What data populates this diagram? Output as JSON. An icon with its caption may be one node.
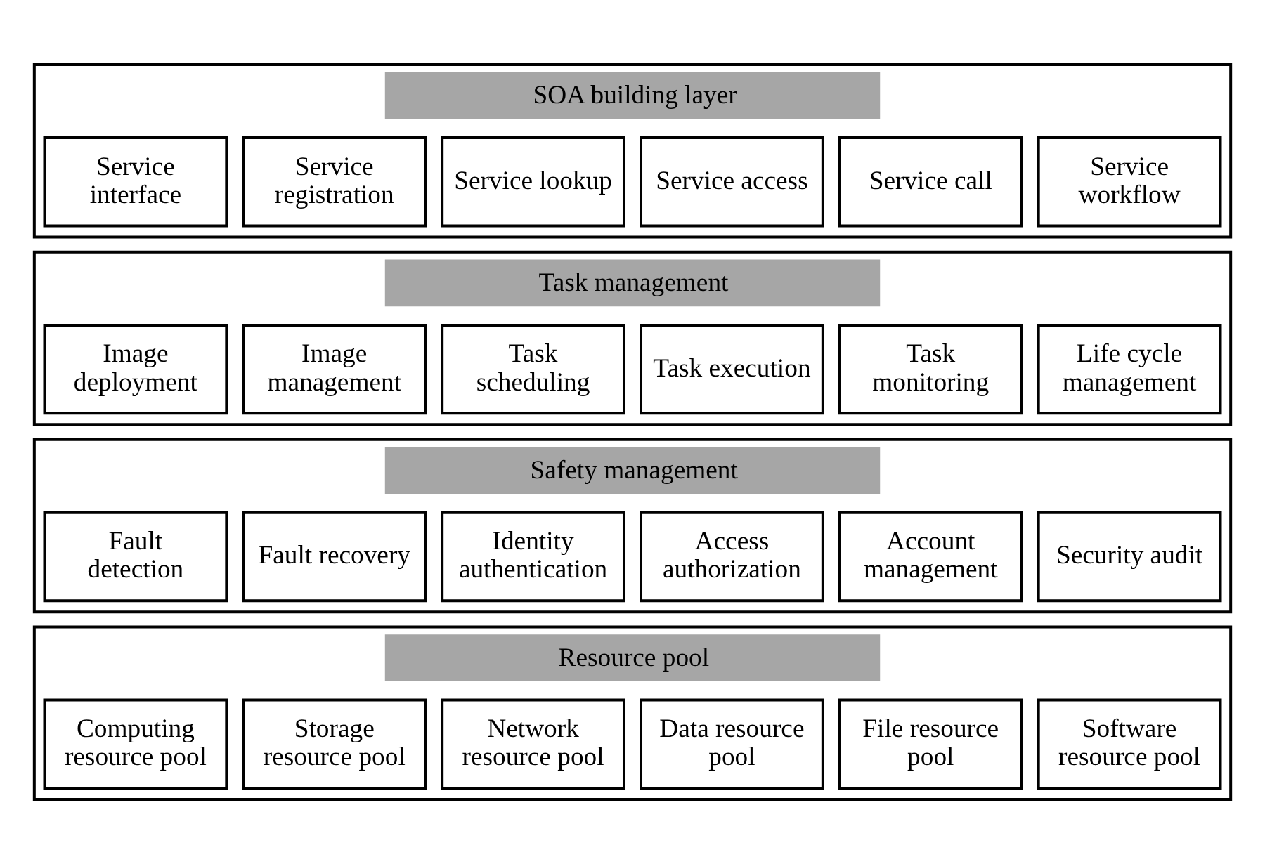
{
  "diagram": {
    "nodes": [
      {
        "text": [
          "SOA building layer"
        ]
      },
      {
        "text": [
          "Service interface"
        ],
        "in": 0
      },
      {
        "text": [
          "Service registration"
        ],
        "in": 0
      },
      {
        "text": [
          "Service lookup"
        ],
        "in": 0
      },
      {
        "text": [
          "Service access"
        ],
        "in": 0
      },
      {
        "text": [
          "Service call"
        ],
        "in": 0
      },
      {
        "text": [
          "Service workflow"
        ],
        "in": 0
      },
      {
        "text": [
          "Task management"
        ]
      },
      {
        "text": [
          "Image deployment"
        ],
        "in": 7
      },
      {
        "text": [
          "Image management"
        ],
        "in": 7
      },
      {
        "text": [
          "Task scheduling"
        ],
        "in": 7
      },
      {
        "text": [
          "Task execution"
        ],
        "in": 7
      },
      {
        "text": [
          "Task monitoring"
        ],
        "in": 7
      },
      {
        "text": [
          "Life cycle management"
        ],
        "in": 7
      },
      {
        "text": [
          "Safety management"
        ]
      },
      {
        "text": [
          "Fault detection"
        ],
        "in": 14
      },
      {
        "text": [
          "Fault recovery"
        ],
        "in": 14
      },
      {
        "text": [
          "Identity authentication"
        ],
        "in": 14
      },
      {
        "text": [
          "Access authorization"
        ],
        "in": 14
      },
      {
        "text": [
          "Account management"
        ],
        "in": 14
      },
      {
        "text": [
          "Security audit"
        ],
        "in": 14
      },
      {
        "text": [
          "Resource pool"
        ]
      },
      {
        "text": [
          "Computing resource pool"
        ],
        "in": 21
      },
      {
        "text": [
          "Storage resource pool"
        ],
        "in": 21
      },
      {
        "text": [
          "Network resource pool"
        ],
        "in": 21
      },
      {
        "text": [
          "Data resource pool"
        ],
        "in": 21
      },
      {
        "text": [
          "File resource pool"
        ],
        "in": 21
      },
      {
        "text": [
          "Software resource pool"
        ],
        "in": 21
      }
    ],
    "edges": []
  }
}
